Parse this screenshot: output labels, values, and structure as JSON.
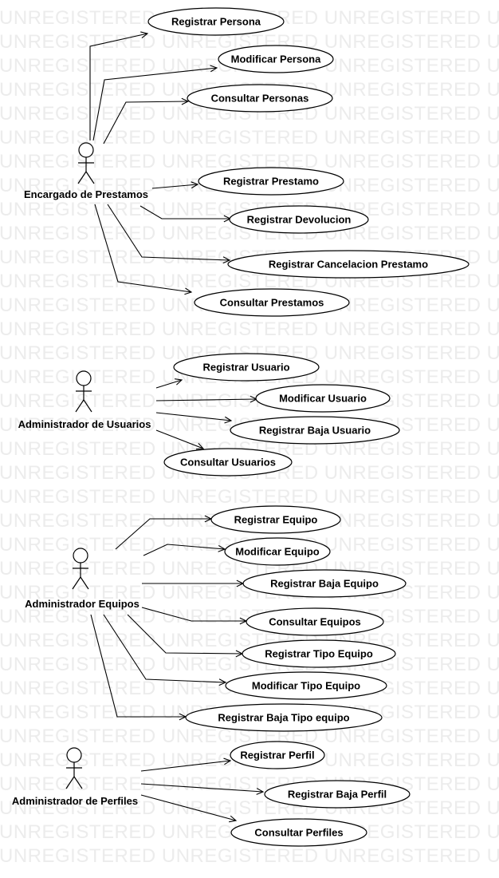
{
  "watermark": {
    "text": "UNREGISTERED",
    "color": "#ececec"
  },
  "actors": [
    {
      "id": "encargado",
      "name": "Encargado de Prestamos"
    },
    {
      "id": "admin-usuarios",
      "name": "Administrador de Usuarios"
    },
    {
      "id": "admin-equipos",
      "name": "Administrador Equipos"
    },
    {
      "id": "admin-perfiles",
      "name": "Administrador de Perfiles"
    }
  ],
  "use_cases": [
    {
      "id": "uc1",
      "label": "Registrar Persona",
      "actor": "encargado"
    },
    {
      "id": "uc2",
      "label": "Modificar Persona",
      "actor": "encargado"
    },
    {
      "id": "uc3",
      "label": "Consultar Personas",
      "actor": "encargado"
    },
    {
      "id": "uc4",
      "label": "Registrar Prestamo",
      "actor": "encargado"
    },
    {
      "id": "uc5",
      "label": "Registrar Devolucion",
      "actor": "encargado"
    },
    {
      "id": "uc6",
      "label": "Registrar Cancelacion Prestamo",
      "actor": "encargado"
    },
    {
      "id": "uc7",
      "label": "Consultar Prestamos",
      "actor": "encargado"
    },
    {
      "id": "uc8",
      "label": "Registrar Usuario",
      "actor": "admin-usuarios"
    },
    {
      "id": "uc9",
      "label": "Modificar Usuario",
      "actor": "admin-usuarios"
    },
    {
      "id": "uc10",
      "label": "Registrar Baja Usuario",
      "actor": "admin-usuarios"
    },
    {
      "id": "uc11",
      "label": "Consultar Usuarios",
      "actor": "admin-usuarios"
    },
    {
      "id": "uc12",
      "label": "Registrar Equipo",
      "actor": "admin-equipos"
    },
    {
      "id": "uc13",
      "label": "Modificar Equipo",
      "actor": "admin-equipos"
    },
    {
      "id": "uc14",
      "label": "Registrar Baja Equipo",
      "actor": "admin-equipos"
    },
    {
      "id": "uc15",
      "label": "Consultar Equipos",
      "actor": "admin-equipos"
    },
    {
      "id": "uc16",
      "label": "Registrar Tipo Equipo",
      "actor": "admin-equipos"
    },
    {
      "id": "uc17",
      "label": "Modificar Tipo Equipo",
      "actor": "admin-equipos"
    },
    {
      "id": "uc18",
      "label": "Registrar Baja Tipo equipo",
      "actor": "admin-equipos"
    },
    {
      "id": "uc19",
      "label": "Registrar Perfil",
      "actor": "admin-perfiles"
    },
    {
      "id": "uc20",
      "label": "Registrar Baja Perfil",
      "actor": "admin-perfiles"
    },
    {
      "id": "uc21",
      "label": "Consultar Perfiles",
      "actor": "admin-perfiles"
    }
  ]
}
